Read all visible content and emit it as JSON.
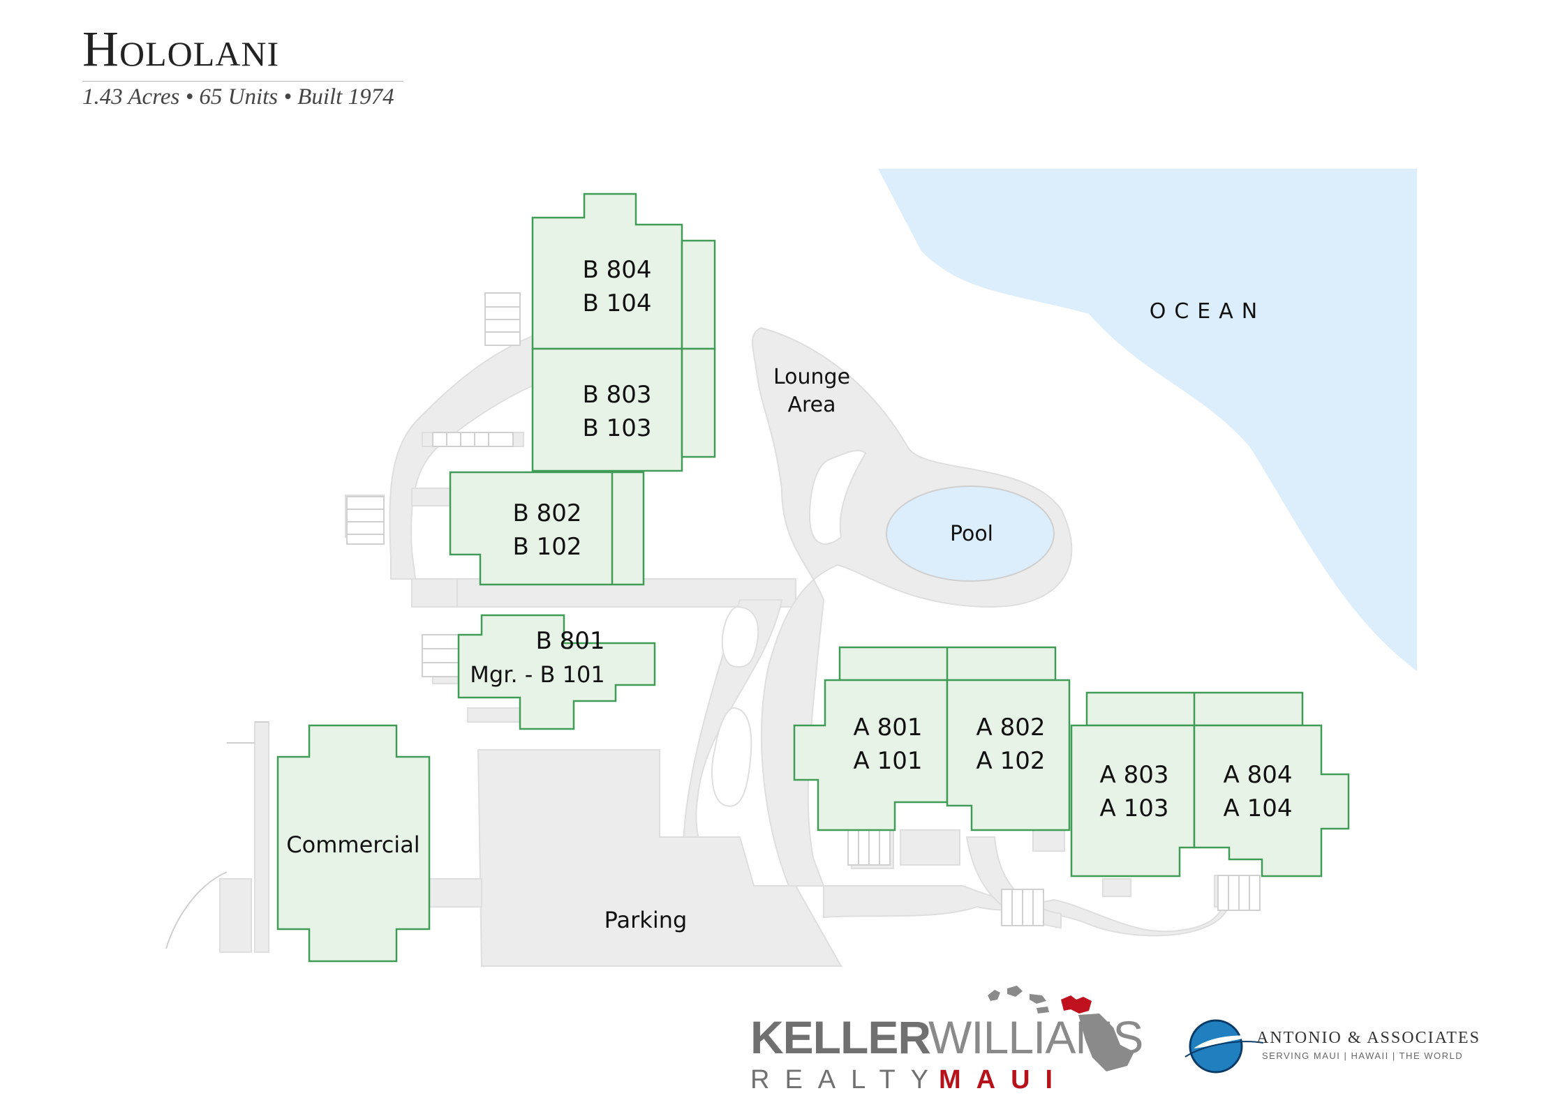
{
  "header": {
    "title": "Hololani",
    "subtitle": "1.43 Acres • 65 Units • Built 1974"
  },
  "map": {
    "ocean_label": "OCEAN",
    "lounge_label_line1": "Lounge",
    "lounge_label_line2": "Area",
    "pool_label": "Pool",
    "parking_label": "Parking",
    "commercial_label": "Commercial",
    "buildings": {
      "b804": [
        "B 804",
        "B 104"
      ],
      "b803": [
        "B 803",
        "B 103"
      ],
      "b802": [
        "B 802",
        "B 102"
      ],
      "b801": [
        "B 801",
        "Mgr. - B 101"
      ],
      "a801": [
        "A 801",
        "A 101"
      ],
      "a802": [
        "A 802",
        "A 102"
      ],
      "a803": [
        "A 803",
        "A 103"
      ],
      "a804": [
        "A 804",
        "A 104"
      ]
    },
    "colors": {
      "ocean": "#dcedfb",
      "building_fill": "#e8f3e7",
      "building_stroke": "#3f9b55",
      "paving": "#ececec"
    }
  },
  "logos": {
    "kw_line1a": "KELLER",
    "kw_line1b": "WILLIAMS",
    "kw_line2a": "REALTY",
    "kw_line2b": "MAUI",
    "aa_name": "ANTONIO & ASSOCIATES",
    "aa_tagline": "SERVING MAUI | HAWAII | THE WORLD"
  }
}
